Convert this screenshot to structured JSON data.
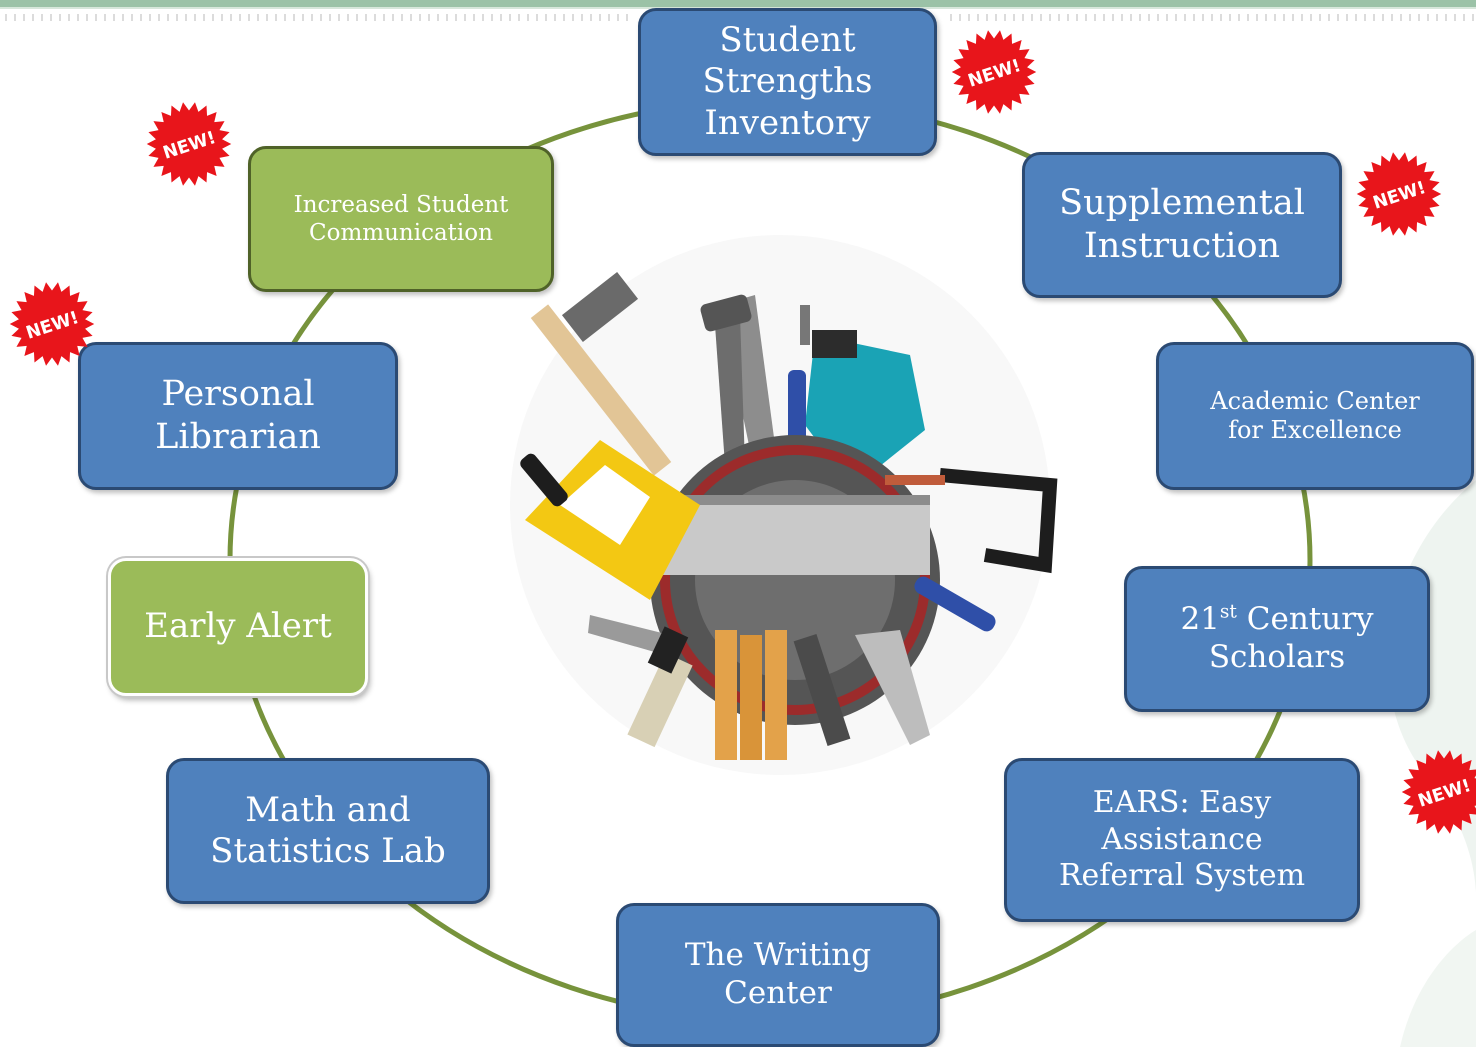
{
  "center_graphic": "hand-tools-collage",
  "colors": {
    "node_blue": "#4f81bd",
    "node_green": "#9bbb59",
    "ring_line": "#77933c",
    "badge_red": "#e8151b",
    "top_bar": "#9bc2a7"
  },
  "badge_text": "NEW!",
  "nodes": {
    "student_strengths": {
      "line1": "Student",
      "line2": "Strengths",
      "line3": "Inventory"
    },
    "supplemental": {
      "line1": "Supplemental",
      "line2": "Instruction"
    },
    "academic_center": {
      "line1": "Academic Center",
      "line2": "for Excellence"
    },
    "century_scholars": {
      "num": "21",
      "suffix": "st",
      "rest": " Century",
      "line2": "Scholars"
    },
    "ears": {
      "line1": "EARS: Easy",
      "line2": "Assistance",
      "line3": "Referral System"
    },
    "writing_center": {
      "line1": "The Writing",
      "line2": "Center"
    },
    "math_lab": {
      "line1": "Math and",
      "line2": "Statistics Lab"
    },
    "early_alert": {
      "line1": "Early Alert"
    },
    "personal_librarian": {
      "line1": "Personal",
      "line2": "Librarian"
    },
    "communication": {
      "line1": "Increased Student",
      "line2": "Communication"
    }
  }
}
